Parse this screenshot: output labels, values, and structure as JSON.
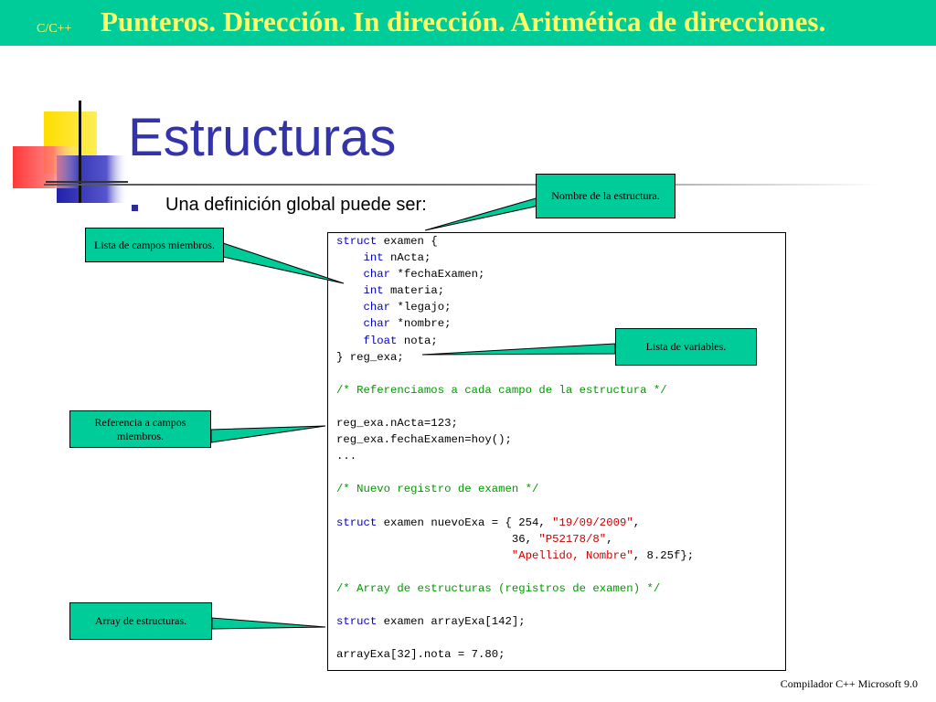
{
  "header": {
    "tag": "C/C++",
    "title": "Punteros. Dirección. In dirección. Aritmética de direcciones."
  },
  "slide": {
    "title": "Estructuras",
    "bullet": "Una definición global puede ser:"
  },
  "code": {
    "lines": [
      [
        {
          "t": "struct",
          "c": "kw"
        },
        {
          "t": " examen {"
        }
      ],
      [
        {
          "t": "    "
        },
        {
          "t": "int",
          "c": "kw"
        },
        {
          "t": " nActa;"
        }
      ],
      [
        {
          "t": "    "
        },
        {
          "t": "char",
          "c": "kw"
        },
        {
          "t": " *fechaExamen;"
        }
      ],
      [
        {
          "t": "    "
        },
        {
          "t": "int",
          "c": "kw"
        },
        {
          "t": " materia;"
        }
      ],
      [
        {
          "t": "    "
        },
        {
          "t": "char",
          "c": "kw"
        },
        {
          "t": " *legajo;"
        }
      ],
      [
        {
          "t": "    "
        },
        {
          "t": "char",
          "c": "kw"
        },
        {
          "t": " *nombre;"
        }
      ],
      [
        {
          "t": "    "
        },
        {
          "t": "float",
          "c": "kw"
        },
        {
          "t": " nota;"
        }
      ],
      [
        {
          "t": "} reg_exa;"
        }
      ],
      [
        {
          "t": ""
        }
      ],
      [
        {
          "t": "/* Referenciamos a cada campo de la estructura */",
          "c": "cm"
        }
      ],
      [
        {
          "t": ""
        }
      ],
      [
        {
          "t": "reg_exa.nActa=123;"
        }
      ],
      [
        {
          "t": "reg_exa.fechaExamen=hoy();"
        }
      ],
      [
        {
          "t": "..."
        }
      ],
      [
        {
          "t": ""
        }
      ],
      [
        {
          "t": "/* Nuevo registro de examen */",
          "c": "cm"
        }
      ],
      [
        {
          "t": ""
        }
      ],
      [
        {
          "t": "struct",
          "c": "kw"
        },
        {
          "t": " examen nuevoExa = { 254, "
        },
        {
          "t": "\"19/09/2009\"",
          "c": "st"
        },
        {
          "t": ","
        }
      ],
      [
        {
          "t": "                          36, "
        },
        {
          "t": "\"P52178/8\"",
          "c": "st"
        },
        {
          "t": ","
        }
      ],
      [
        {
          "t": "                          "
        },
        {
          "t": "\"Apellido, Nombre\"",
          "c": "st"
        },
        {
          "t": ", 8.25f};"
        }
      ],
      [
        {
          "t": ""
        }
      ],
      [
        {
          "t": "/* Array de estructuras (registros de examen) */",
          "c": "cm"
        }
      ],
      [
        {
          "t": ""
        }
      ],
      [
        {
          "t": "struct",
          "c": "kw"
        },
        {
          "t": " examen arrayExa[142];"
        }
      ],
      [
        {
          "t": ""
        }
      ],
      [
        {
          "t": "arrayExa[32].nota = 7.80;"
        }
      ]
    ]
  },
  "callouts": {
    "struct_name": "Nombre de la estructura.",
    "fields": "Lista de campos miembros.",
    "variables": "Lista de variables.",
    "member_ref": "Referencia a campos miembros.",
    "array": "Array de estructuras."
  },
  "footer": {
    "text": "Compilador C++ Microsoft 9.0"
  },
  "colors": {
    "header_bg": "#00cc99",
    "header_text": "#ffff66",
    "title": "#3333aa",
    "keyword": "#0000cc",
    "comment": "#009900",
    "string": "#cc0000",
    "callout_bg": "#00cc99"
  },
  "icons": {
    "logo": "colored-squares-logo",
    "bullet": "square-bullet-icon"
  }
}
